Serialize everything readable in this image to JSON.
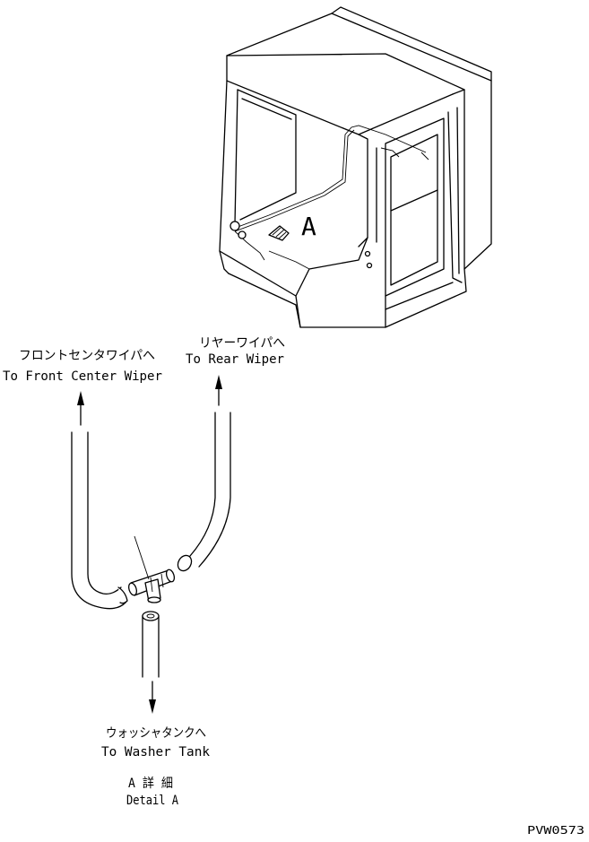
{
  "labels": {
    "front_jp": "フロントセンタワイパへ",
    "front_en": "To Front Center Wiper",
    "rear_jp": "リヤーワイパへ",
    "rear_en": "To Rear Wiper",
    "tank_jp": "ウォッシャタンクへ",
    "tank_en": "To Washer Tank",
    "detail_jp": "A 詳 細",
    "detail_en": "Detail A",
    "view_marker": "A",
    "drawing_code": "PVW0573"
  }
}
